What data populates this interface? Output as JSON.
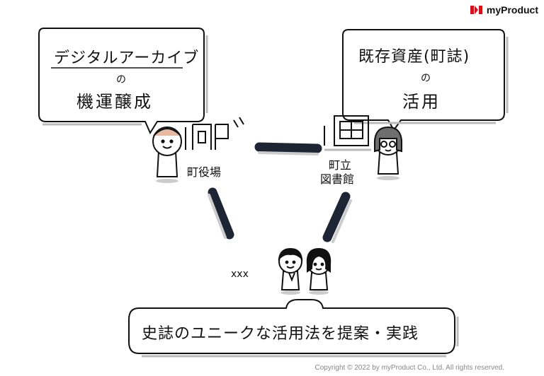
{
  "brand": {
    "name": "myProduct"
  },
  "bubble_left": {
    "title": "デジタルアーカイブ",
    "connector": "の",
    "subtitle": "機運醸成"
  },
  "bubble_right": {
    "title": "既存資産(町誌)",
    "connector": "の",
    "subtitle": "活用"
  },
  "nodes": {
    "town_office": "町役場",
    "library_line1": "町立",
    "library_line2": "図書館",
    "others": "xxx"
  },
  "bottom": {
    "text": "史誌のユニークな活用法を提案・実践"
  },
  "footer": {
    "copyright": "Copyright © 2022 by myProduct Co., Ltd.  All rights reserved."
  }
}
